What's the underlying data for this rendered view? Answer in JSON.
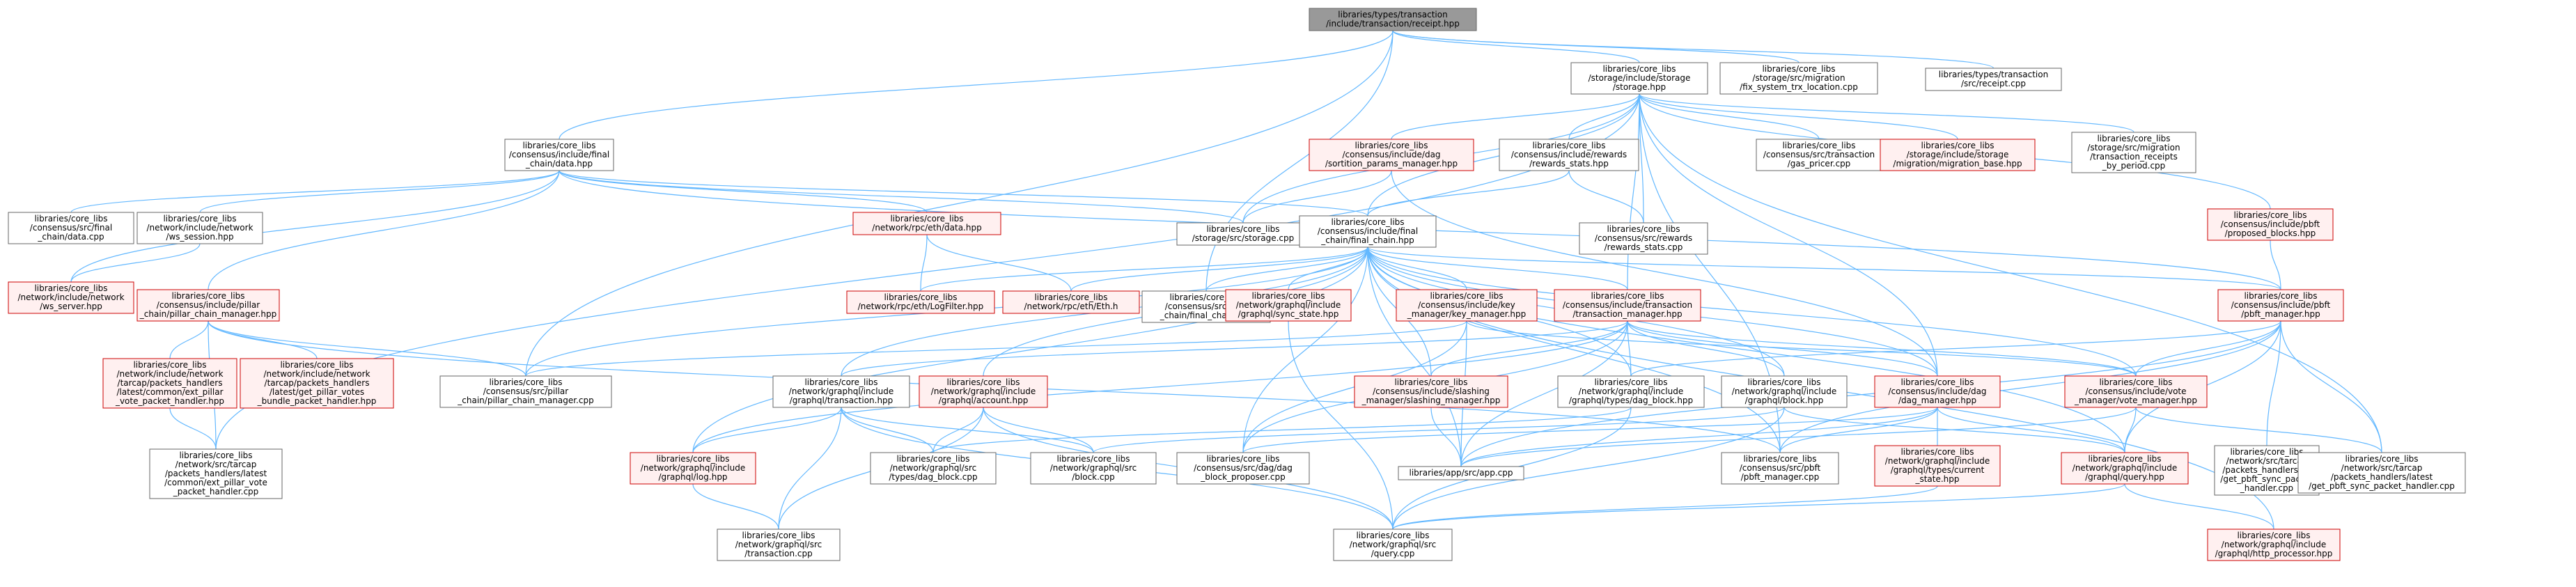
{
  "nodes": [
    {
      "id": "receipt_hpp",
      "style": "root",
      "lines": [
        "libraries/types/transaction",
        "/include/transaction/receipt.hpp"
      ]
    },
    {
      "id": "storage_hpp",
      "style": "plain",
      "lines": [
        "libraries/core_libs",
        "/storage/include/storage",
        "/storage.hpp"
      ]
    },
    {
      "id": "fix_system_trx",
      "style": "plain",
      "lines": [
        "libraries/core_libs",
        "/storage/src/migration",
        "/fix_system_trx_location.cpp"
      ]
    },
    {
      "id": "receipt_cpp",
      "style": "plain",
      "lines": [
        "libraries/types/transaction",
        "/src/receipt.cpp"
      ]
    },
    {
      "id": "final_data_hpp",
      "style": "plain",
      "lines": [
        "libraries/core_libs",
        "/consensus/include/final",
        "_chain/data.hpp"
      ]
    },
    {
      "id": "sortition_params",
      "style": "red",
      "lines": [
        "libraries/core_libs",
        "/consensus/include/dag",
        "/sortition_params_manager.hpp"
      ]
    },
    {
      "id": "rewards_stats_hpp",
      "style": "plain",
      "lines": [
        "libraries/core_libs",
        "/consensus/include/rewards",
        "/rewards_stats.hpp"
      ]
    },
    {
      "id": "gas_pricer",
      "style": "plain",
      "lines": [
        "libraries/core_libs",
        "/consensus/src/transaction",
        "/gas_pricer.cpp"
      ]
    },
    {
      "id": "migration_base",
      "style": "red",
      "lines": [
        "libraries/core_libs",
        "/storage/include/storage",
        "/migration/migration_base.hpp"
      ]
    },
    {
      "id": "tx_receipts_period",
      "style": "plain",
      "lines": [
        "libraries/core_libs",
        "/storage/src/migration",
        "/transaction_receipts",
        "_by_period.cpp"
      ]
    },
    {
      "id": "final_data_cpp",
      "style": "plain",
      "lines": [
        "libraries/core_libs",
        "/consensus/src/final",
        "_chain/data.cpp"
      ]
    },
    {
      "id": "ws_session",
      "style": "plain",
      "lines": [
        "libraries/core_libs",
        "/network/include/network",
        "/ws_session.hpp"
      ]
    },
    {
      "id": "eth_data",
      "style": "red",
      "lines": [
        "libraries/core_libs",
        "/network/rpc/eth/data.hpp"
      ]
    },
    {
      "id": "storage_cpp",
      "style": "plain",
      "lines": [
        "libraries/core_libs",
        "/storage/src/storage.cpp"
      ]
    },
    {
      "id": "final_chain_hpp",
      "style": "plain",
      "lines": [
        "libraries/core_libs",
        "/consensus/include/final",
        "_chain/final_chain.hpp"
      ]
    },
    {
      "id": "rewards_stats_cpp",
      "style": "plain",
      "lines": [
        "libraries/core_libs",
        "/consensus/src/rewards",
        "/rewards_stats.cpp"
      ]
    },
    {
      "id": "proposed_blocks",
      "style": "red",
      "lines": [
        "libraries/core_libs",
        "/consensus/include/pbft",
        "/proposed_blocks.hpp"
      ]
    },
    {
      "id": "ws_server",
      "style": "red",
      "lines": [
        "libraries/core_libs",
        "/network/include/network",
        "/ws_server.hpp"
      ]
    },
    {
      "id": "pillar_chain_mgr_hpp",
      "style": "red",
      "lines": [
        "libraries/core_libs",
        "/consensus/include/pillar",
        "_chain/pillar_chain_manager.hpp"
      ]
    },
    {
      "id": "logfilter",
      "style": "red",
      "lines": [
        "libraries/core_libs",
        "/network/rpc/eth/LogFilter.hpp"
      ]
    },
    {
      "id": "eth_h",
      "style": "red",
      "lines": [
        "libraries/core_libs",
        "/network/rpc/eth/Eth.h"
      ]
    },
    {
      "id": "final_chain_cpp",
      "style": "plain",
      "lines": [
        "libraries/core_libs",
        "/consensus/src/final",
        "_chain/final_chain.cpp"
      ]
    },
    {
      "id": "sync_state",
      "style": "red",
      "lines": [
        "libraries/core_libs",
        "/network/graphql/include",
        "/graphql/sync_state.hpp"
      ]
    },
    {
      "id": "key_manager",
      "style": "red",
      "lines": [
        "libraries/core_libs",
        "/consensus/include/key",
        "_manager/key_manager.hpp"
      ]
    },
    {
      "id": "tx_manager",
      "style": "red",
      "lines": [
        "libraries/core_libs",
        "/consensus/include/transaction",
        "/transaction_manager.hpp"
      ]
    },
    {
      "id": "pbft_manager_hpp",
      "style": "red",
      "lines": [
        "libraries/core_libs",
        "/consensus/include/pbft",
        "/pbft_manager.hpp"
      ]
    },
    {
      "id": "ext_pillar_vote",
      "style": "red",
      "lines": [
        "libraries/core_libs",
        "/network/include/network",
        "/tarcap/packets_handlers",
        "/latest/common/ext_pillar",
        "_vote_packet_handler.hpp"
      ]
    },
    {
      "id": "get_pillar_votes",
      "style": "red",
      "lines": [
        "libraries/core_libs",
        "/network/include/network",
        "/tarcap/packets_handlers",
        "/latest/get_pillar_votes",
        "_bundle_packet_handler.hpp"
      ]
    },
    {
      "id": "pillar_chain_mgr_cpp",
      "style": "plain",
      "lines": [
        "libraries/core_libs",
        "/consensus/src/pillar",
        "_chain/pillar_chain_manager.cpp"
      ]
    },
    {
      "id": "gql_transaction_hpp",
      "style": "plain",
      "lines": [
        "libraries/core_libs",
        "/network/graphql/include",
        "/graphql/transaction.hpp"
      ]
    },
    {
      "id": "gql_account",
      "style": "red",
      "lines": [
        "libraries/core_libs",
        "/network/graphql/include",
        "/graphql/account.hpp"
      ]
    },
    {
      "id": "slashing_mgr",
      "style": "red",
      "lines": [
        "libraries/core_libs",
        "/consensus/include/slashing",
        "_manager/slashing_manager.hpp"
      ]
    },
    {
      "id": "gql_dag_block_hpp",
      "style": "plain",
      "lines": [
        "libraries/core_libs",
        "/network/graphql/include",
        "/graphql/types/dag_block.hpp"
      ]
    },
    {
      "id": "gql_block_hpp",
      "style": "plain",
      "lines": [
        "libraries/core_libs",
        "/network/graphql/include",
        "/graphql/block.hpp"
      ]
    },
    {
      "id": "dag_manager",
      "style": "red",
      "lines": [
        "libraries/core_libs",
        "/consensus/include/dag",
        "/dag_manager.hpp"
      ]
    },
    {
      "id": "vote_manager",
      "style": "red",
      "lines": [
        "libraries/core_libs",
        "/consensus/include/vote",
        "_manager/vote_manager.hpp"
      ]
    },
    {
      "id": "ext_pillar_vote_cpp",
      "style": "plain",
      "lines": [
        "libraries/core_libs",
        "/network/src/tarcap",
        "/packets_handlers/latest",
        "/common/ext_pillar_vote",
        "_packet_handler.cpp"
      ]
    },
    {
      "id": "gql_log",
      "style": "red",
      "lines": [
        "libraries/core_libs",
        "/network/graphql/include",
        "/graphql/log.hpp"
      ]
    },
    {
      "id": "types_dag_block_cpp",
      "style": "plain",
      "lines": [
        "libraries/core_libs",
        "/network/graphql/src",
        "/types/dag_block.cpp"
      ]
    },
    {
      "id": "gql_block_cpp",
      "style": "plain",
      "lines": [
        "libraries/core_libs",
        "/network/graphql/src",
        "/block.cpp"
      ]
    },
    {
      "id": "dag_block_proposer",
      "style": "plain",
      "lines": [
        "libraries/core_libs",
        "/consensus/src/dag/dag",
        "_block_proposer.cpp"
      ]
    },
    {
      "id": "app_cpp",
      "style": "plain",
      "lines": [
        "libraries/app/src/app.cpp"
      ]
    },
    {
      "id": "pbft_manager_cpp",
      "style": "plain",
      "lines": [
        "libraries/core_libs",
        "/consensus/src/pbft",
        "/pbft_manager.cpp"
      ]
    },
    {
      "id": "current_state",
      "style": "red",
      "lines": [
        "libraries/core_libs",
        "/network/graphql/include",
        "/graphql/types/current",
        "_state.hpp"
      ]
    },
    {
      "id": "gql_query_hpp",
      "style": "red",
      "lines": [
        "libraries/core_libs",
        "/network/graphql/include",
        "/graphql/query.hpp"
      ]
    },
    {
      "id": "get_pbft_sync_v4",
      "style": "plain",
      "lines": [
        "libraries/core_libs",
        "/network/src/tarcap",
        "/packets_handlers/v4",
        "/get_pbft_sync_packet",
        "_handler.cpp"
      ]
    },
    {
      "id": "get_pbft_sync_latest",
      "style": "plain",
      "lines": [
        "libraries/core_libs",
        "/network/src/tarcap",
        "/packets_handlers/latest",
        "/get_pbft_sync_packet_handler.cpp"
      ]
    },
    {
      "id": "gql_transaction_cpp",
      "style": "plain",
      "lines": [
        "libraries/core_libs",
        "/network/graphql/src",
        "/transaction.cpp"
      ]
    },
    {
      "id": "gql_query_cpp",
      "style": "plain",
      "lines": [
        "libraries/core_libs",
        "/network/graphql/src",
        "/query.cpp"
      ]
    },
    {
      "id": "http_processor",
      "style": "red",
      "lines": [
        "libraries/core_libs",
        "/network/graphql/include",
        "/graphql/http_processor.hpp"
      ]
    }
  ],
  "edges": [
    [
      "receipt_hpp",
      "storage_hpp"
    ],
    [
      "receipt_hpp",
      "fix_system_trx"
    ],
    [
      "receipt_hpp",
      "receipt_cpp"
    ],
    [
      "receipt_hpp",
      "final_data_hpp"
    ],
    [
      "receipt_hpp",
      "final_chain_cpp"
    ],
    [
      "receipt_hpp",
      "pillar_chain_mgr_cpp"
    ],
    [
      "storage_hpp",
      "sortition_params"
    ],
    [
      "storage_hpp",
      "rewards_stats_hpp"
    ],
    [
      "storage_hpp",
      "gas_pricer"
    ],
    [
      "storage_hpp",
      "migration_base"
    ],
    [
      "storage_hpp",
      "tx_receipts_period"
    ],
    [
      "storage_hpp",
      "storage_cpp"
    ],
    [
      "storage_hpp",
      "final_chain_hpp"
    ],
    [
      "storage_hpp",
      "rewards_stats_cpp"
    ],
    [
      "storage_hpp",
      "proposed_blocks"
    ],
    [
      "storage_hpp",
      "tx_manager"
    ],
    [
      "storage_hpp",
      "dag_manager"
    ],
    [
      "storage_hpp",
      "pbft_manager_cpp"
    ],
    [
      "storage_hpp",
      "get_pbft_sync_latest"
    ],
    [
      "storage_hpp",
      "ext_pillar_vote_cpp"
    ],
    [
      "final_data_hpp",
      "final_data_cpp"
    ],
    [
      "final_data_hpp",
      "ws_session"
    ],
    [
      "final_data_hpp",
      "eth_data"
    ],
    [
      "final_data_hpp",
      "storage_cpp"
    ],
    [
      "final_data_hpp",
      "final_chain_hpp"
    ],
    [
      "final_data_hpp",
      "ws_server"
    ],
    [
      "final_data_hpp",
      "pillar_chain_mgr_hpp"
    ],
    [
      "final_data_hpp",
      "pbft_manager_hpp"
    ],
    [
      "ws_session",
      "ws_server"
    ],
    [
      "eth_data",
      "logfilter"
    ],
    [
      "eth_data",
      "eth_h"
    ],
    [
      "sortition_params",
      "storage_cpp"
    ],
    [
      "sortition_params",
      "dag_manager"
    ],
    [
      "rewards_stats_hpp",
      "final_chain_hpp"
    ],
    [
      "rewards_stats_hpp",
      "rewards_stats_cpp"
    ],
    [
      "proposed_blocks",
      "pbft_manager_hpp"
    ],
    [
      "final_chain_hpp",
      "logfilter"
    ],
    [
      "final_chain_hpp",
      "eth_h"
    ],
    [
      "final_chain_hpp",
      "final_chain_cpp"
    ],
    [
      "final_chain_hpp",
      "sync_state"
    ],
    [
      "final_chain_hpp",
      "key_manager"
    ],
    [
      "final_chain_hpp",
      "tx_manager"
    ],
    [
      "final_chain_hpp",
      "pbft_manager_hpp"
    ],
    [
      "final_chain_hpp",
      "gql_transaction_hpp"
    ],
    [
      "final_chain_hpp",
      "gql_account"
    ],
    [
      "final_chain_hpp",
      "slashing_mgr"
    ],
    [
      "final_chain_hpp",
      "gql_dag_block_hpp"
    ],
    [
      "final_chain_hpp",
      "gql_block_hpp"
    ],
    [
      "final_chain_hpp",
      "dag_manager"
    ],
    [
      "final_chain_hpp",
      "vote_manager"
    ],
    [
      "final_chain_hpp",
      "gql_log"
    ],
    [
      "final_chain_hpp",
      "app_cpp"
    ],
    [
      "final_chain_hpp",
      "pbft_manager_cpp"
    ],
    [
      "final_chain_hpp",
      "dag_block_proposer"
    ],
    [
      "final_chain_hpp",
      "gql_query_hpp"
    ],
    [
      "final_chain_hpp",
      "http_processor"
    ],
    [
      "final_chain_hpp",
      "pillar_chain_mgr_cpp"
    ],
    [
      "pillar_chain_mgr_hpp",
      "ext_pillar_vote"
    ],
    [
      "pillar_chain_mgr_hpp",
      "get_pillar_votes"
    ],
    [
      "pillar_chain_mgr_hpp",
      "pillar_chain_mgr_cpp"
    ],
    [
      "pillar_chain_mgr_hpp",
      "ext_pillar_vote_cpp"
    ],
    [
      "pillar_chain_mgr_hpp",
      "pbft_manager_cpp"
    ],
    [
      "ext_pillar_vote",
      "ext_pillar_vote_cpp"
    ],
    [
      "key_manager",
      "pillar_chain_mgr_cpp"
    ],
    [
      "key_manager",
      "dag_block_proposer"
    ],
    [
      "key_manager",
      "app_cpp"
    ],
    [
      "key_manager",
      "vote_manager"
    ],
    [
      "tx_manager",
      "gql_transaction_hpp"
    ],
    [
      "tx_manager",
      "slashing_mgr"
    ],
    [
      "tx_manager",
      "gql_dag_block_hpp"
    ],
    [
      "tx_manager",
      "gql_block_hpp"
    ],
    [
      "tx_manager",
      "dag_manager"
    ],
    [
      "tx_manager",
      "vote_manager"
    ],
    [
      "tx_manager",
      "app_cpp"
    ],
    [
      "tx_manager",
      "dag_block_proposer"
    ],
    [
      "tx_manager",
      "gql_log"
    ],
    [
      "pbft_manager_hpp",
      "gql_dag_block_hpp"
    ],
    [
      "pbft_manager_hpp",
      "vote_manager"
    ],
    [
      "pbft_manager_hpp",
      "pbft_manager_cpp"
    ],
    [
      "pbft_manager_hpp",
      "get_pbft_sync_v4"
    ],
    [
      "pbft_manager_hpp",
      "get_pbft_sync_latest"
    ],
    [
      "pbft_manager_hpp",
      "gql_query_hpp"
    ],
    [
      "pbft_manager_hpp",
      "app_cpp"
    ],
    [
      "gql_transaction_hpp",
      "gql_log"
    ],
    [
      "gql_transaction_hpp",
      "types_dag_block_cpp"
    ],
    [
      "gql_transaction_hpp",
      "gql_block_cpp"
    ],
    [
      "gql_transaction_hpp",
      "gql_transaction_cpp"
    ],
    [
      "gql_transaction_hpp",
      "gql_query_cpp"
    ],
    [
      "gql_account",
      "types_dag_block_cpp"
    ],
    [
      "gql_account",
      "gql_block_cpp"
    ],
    [
      "gql_account",
      "gql_transaction_cpp"
    ],
    [
      "gql_account",
      "gql_query_cpp"
    ],
    [
      "sync_state",
      "gql_query_cpp"
    ],
    [
      "slashing_mgr",
      "app_cpp"
    ],
    [
      "gql_dag_block_hpp",
      "types_dag_block_cpp"
    ],
    [
      "gql_dag_block_hpp",
      "gql_query_cpp"
    ],
    [
      "gql_block_hpp",
      "gql_block_cpp"
    ],
    [
      "gql_block_hpp",
      "gql_query_cpp"
    ],
    [
      "gql_block_hpp",
      "gql_query_hpp"
    ],
    [
      "dag_manager",
      "current_state"
    ],
    [
      "dag_manager",
      "gql_query_hpp"
    ],
    [
      "dag_manager",
      "pbft_manager_cpp"
    ],
    [
      "dag_manager",
      "app_cpp"
    ],
    [
      "dag_manager",
      "dag_block_proposer"
    ],
    [
      "vote_manager",
      "gql_query_hpp"
    ],
    [
      "vote_manager",
      "get_pbft_sync_latest"
    ],
    [
      "vote_manager",
      "app_cpp"
    ],
    [
      "gql_log",
      "gql_transaction_cpp"
    ],
    [
      "current_state",
      "gql_query_cpp"
    ],
    [
      "gql_query_hpp",
      "gql_query_cpp"
    ],
    [
      "gql_query_hpp",
      "http_processor"
    ]
  ]
}
